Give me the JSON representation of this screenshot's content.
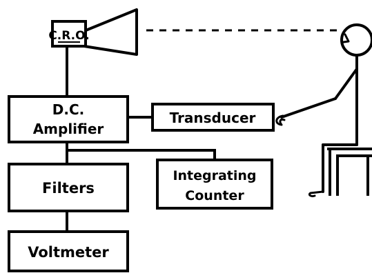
{
  "diagram": {
    "cro_label": "C.R.O.",
    "dc_amplifier_line1": "D.C.",
    "dc_amplifier_line2": "Amplifier",
    "transducer_label": "Transducer",
    "filters_label": "Filters",
    "integrating_counter_line1": "Integrating",
    "integrating_counter_line2": "Counter",
    "voltmeter_label": "Voltmeter"
  },
  "colors": {
    "ink": "#000000",
    "background": "#ffffff"
  }
}
